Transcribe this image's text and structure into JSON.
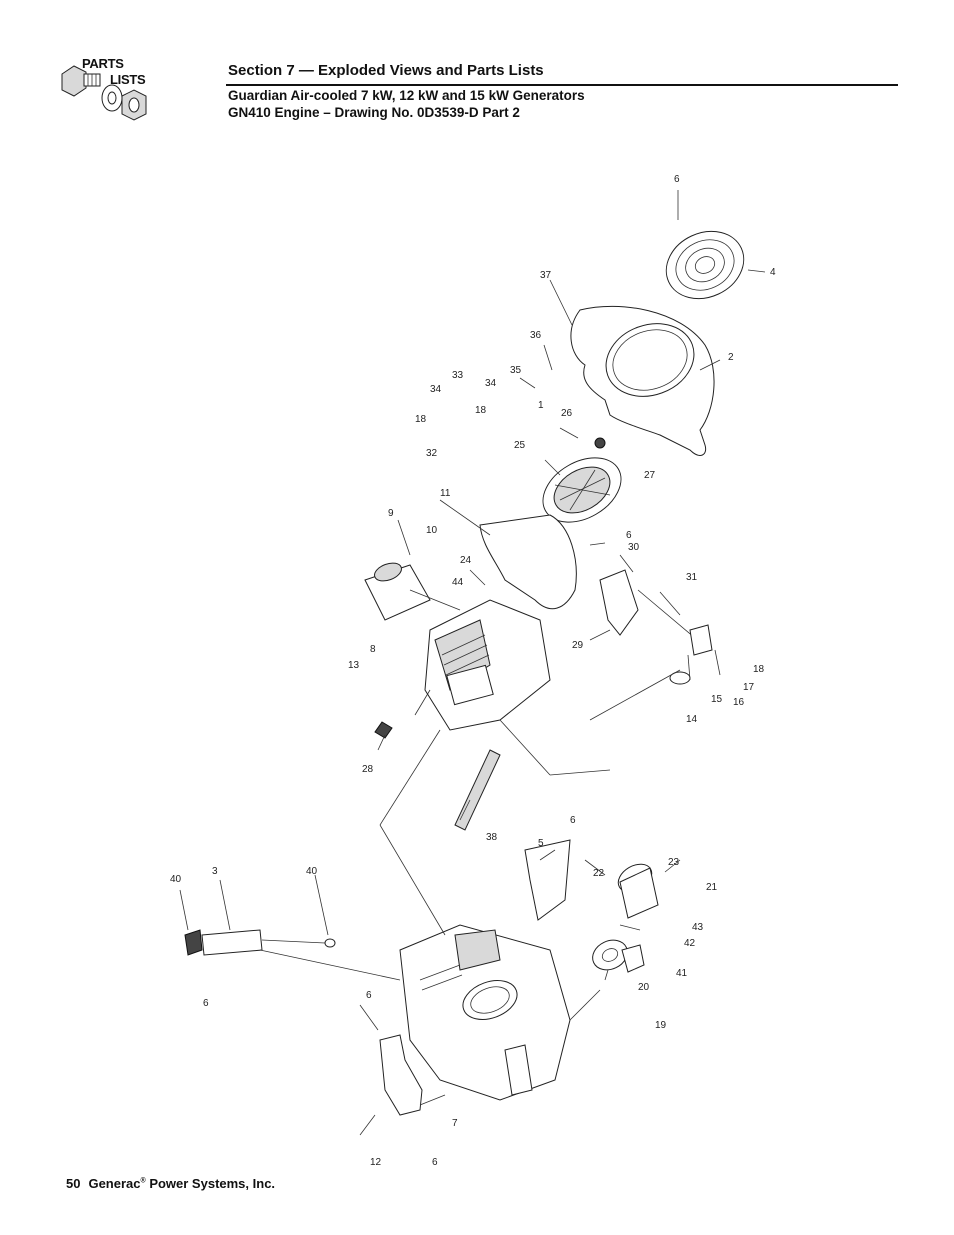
{
  "header": {
    "logo_line1": "PARTS",
    "logo_line2": "LISTS",
    "section_title": "Section 7 — Exploded Views and Parts Lists",
    "subtitle_line1": "Guardian Air-cooled 7 kW, 12 kW and 15 kW Generators",
    "subtitle_line2": "GN410 Engine – Drawing No. 0D3539-D Part 2"
  },
  "callouts": {
    "c6a": "6",
    "c4": "4",
    "c37": "37",
    "c2": "2",
    "c36": "36",
    "c35": "35",
    "c1": "1",
    "c33": "33",
    "c34a": "34",
    "c34b": "34",
    "c18a": "18",
    "c18b": "18",
    "c26": "26",
    "c32": "32",
    "c25": "25",
    "c27": "27",
    "c11": "11",
    "c9": "9",
    "c10": "10",
    "c24": "24",
    "c44": "44",
    "c6b": "6",
    "c30": "30",
    "c31": "31",
    "c8": "8",
    "c29": "29",
    "c13": "13",
    "c18c": "18",
    "c14": "14",
    "c15": "15",
    "c16": "16",
    "c17": "17",
    "c28": "28",
    "c38": "38",
    "c6c": "6",
    "c5": "5",
    "c22": "22",
    "c23": "23",
    "c21": "21",
    "c40a": "40",
    "c3": "3",
    "c40b": "40",
    "c42": "42",
    "c43": "43",
    "c41": "41",
    "c20": "20",
    "c6d": "6",
    "c6e": "6",
    "c19": "19",
    "c7": "7",
    "c12": "12",
    "c6f": "6"
  },
  "footer": {
    "page_number": "50",
    "company_name": "Generac",
    "registered_mark": "®",
    "company_suffix": "Power Systems, Inc."
  }
}
